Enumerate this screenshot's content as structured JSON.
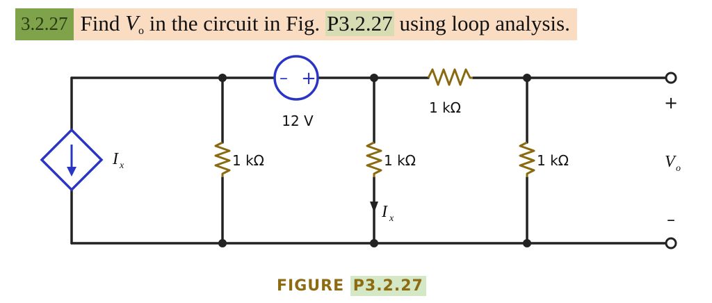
{
  "problem": {
    "number": "3.2.27",
    "text_pre": "Find ",
    "var_main": "V",
    "var_sub": "o",
    "text_mid": " in the circuit in Fig. ",
    "fig_ref": "P3.2.27",
    "text_post": " using loop analysis."
  },
  "circuit": {
    "voltage_source_label": "12 V",
    "resistor_top_label": "1 kΩ",
    "resistor_1_label": "1 kΩ",
    "resistor_2_label": "1 kΩ",
    "resistor_3_label": "1 kΩ",
    "dependent_source_var": "I",
    "dependent_source_sub": "x",
    "current_var": "I",
    "current_sub": "x",
    "output_plus": "+",
    "output_minus": "–",
    "output_var": "V",
    "output_sub": "o",
    "source_plus": "+",
    "source_minus": "–"
  },
  "caption": {
    "prefix": "FIGURE ",
    "ref": "P3.2.27"
  },
  "colors": {
    "wire": "#222222",
    "source_blue": "#2a35c4",
    "caption": "#8c6b12"
  }
}
